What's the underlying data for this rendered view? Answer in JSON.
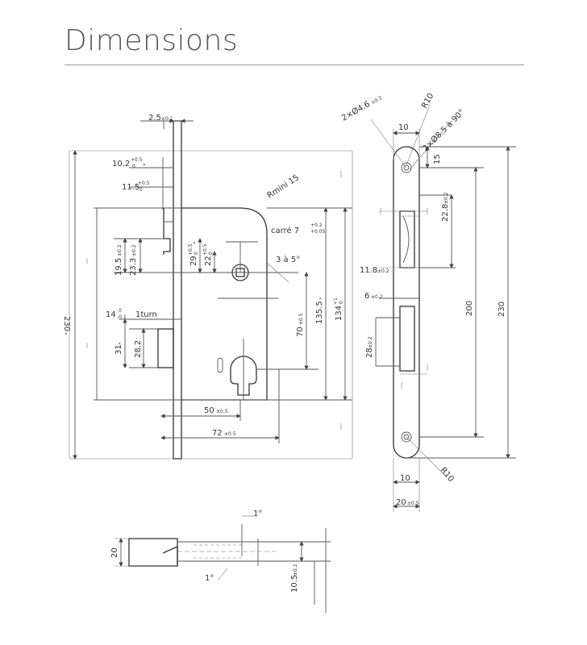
{
  "header": {
    "title": "Dimensions"
  },
  "front_view": {
    "plate_thickness": "2.5",
    "plate_thickness_tol": "±0.1",
    "latch_offset": "10.2",
    "latch_offset_tol_top": "+0.5",
    "latch_offset_tol_bot": "0",
    "latch_offset_suffix": "»",
    "latch_offset2": "11.5",
    "latch_offset2_tol_top": "+0.5",
    "latch_offset2_tol_bot": "0",
    "corner_radius": "Rmini 15",
    "square": "carré 7",
    "square_tol_top": "+0.2",
    "square_tol_bot": "+0.05",
    "angle": "3 à 5°",
    "dim_19_5": "19.5",
    "dim_19_5_tol": "±0.2",
    "dim_23_3": "23.3",
    "dim_23_3_tol": "±0.2",
    "dim_29": "29",
    "dim_29_tol_top": "+0.5",
    "dim_29_tol_bot": "0",
    "dim_29_suffix": "»",
    "dim_22": "22",
    "dim_22_tol_top": "+0.5",
    "dim_22_tol_bot": "0",
    "dim_70": "70",
    "dim_70_tol": "±0.5",
    "dim_135_5": "135.5",
    "dim_135_5_suffix": "»",
    "dim_134": "134",
    "dim_134_tol_top": "+1",
    "dim_134_tol_bot": "0",
    "dim_14": "14",
    "dim_14_tol_top": "0",
    "dim_14_tol_bot": "-0.1",
    "dim_14_note": "1turn",
    "dim_31": "31",
    "dim_31_suffix": "»",
    "dim_28_2": "28.2",
    "dim_50": "50",
    "dim_50_tol": "±0.5",
    "dim_72": "72",
    "dim_72_tol": "±0.5",
    "dim_230": "230",
    "dim_230_suffix": "»"
  },
  "side_view": {
    "holes": "2×Ø4.6",
    "holes_tol": "±0.2",
    "r10_top": "R10",
    "countersink": "2×Ø8.5 à 90°",
    "dim_10_top": "10",
    "dim_15": "15",
    "dim_22_8": "22.8",
    "dim_22_8_tol": "±0.2",
    "dim_11_8": "11.8",
    "dim_11_8_tol": "±0.2",
    "dim_6": "6",
    "dim_6_tol": "±0.2",
    "dim_28": "28",
    "dim_28_tol": "±0.2",
    "dim_200": "200",
    "dim_230": "230",
    "r10_bot": "R10",
    "dim_10_bot": "10",
    "dim_20": "20",
    "dim_20_tol": "±0.5"
  },
  "bolt_view": {
    "angle_top": "1°",
    "dim_20": "20",
    "angle_bot": "1°",
    "dim_10_5": "10.5",
    "dim_10_5_tol": "±0.2"
  }
}
